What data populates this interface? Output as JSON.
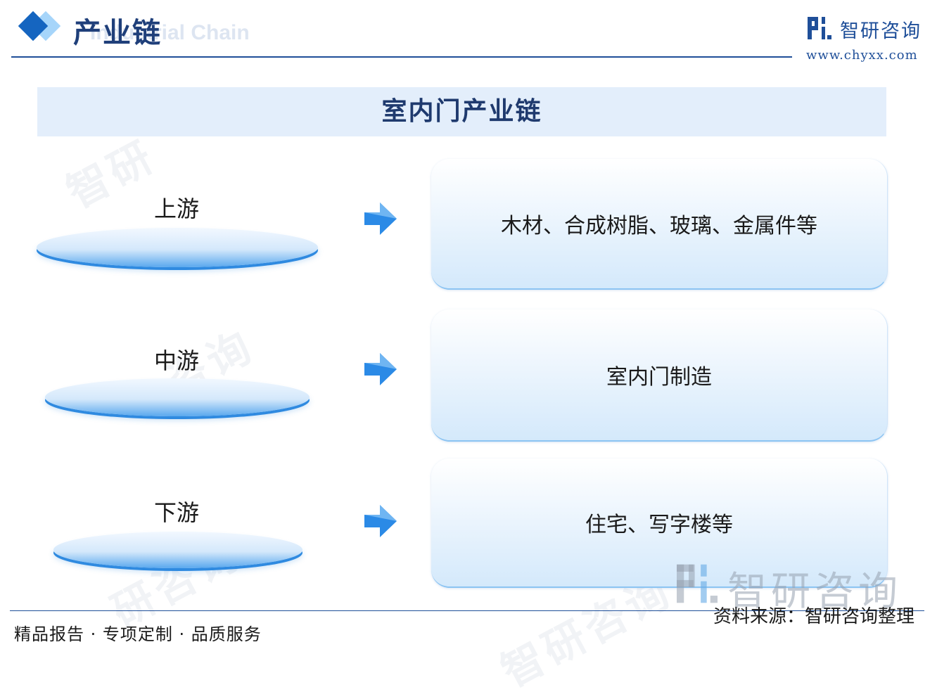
{
  "header": {
    "title": "产业链",
    "subtitle": "Industrial Chain",
    "brand_name": "智研咨询",
    "brand_url": "www.chyxx.com"
  },
  "diagram": {
    "title": "室内门产业链",
    "stages": [
      {
        "label": "上游",
        "content": "木材、合成树脂、玻璃、金属件等"
      },
      {
        "label": "中游",
        "content": "室内门制造"
      },
      {
        "label": "下游",
        "content": "住宅、写字楼等"
      }
    ]
  },
  "footer": {
    "tagline": "精品报告 · 专项定制 · 品质服务",
    "source": "资料来源：智研咨询整理",
    "logo_text": "智研咨询"
  },
  "colors": {
    "brand_blue": "#1f4f99",
    "title_bar": "#e3eefb",
    "arrow_blue": "#2b8ae6"
  },
  "icons": [
    "diamond-icon",
    "brand-logo-icon",
    "arrow-right-icon"
  ]
}
